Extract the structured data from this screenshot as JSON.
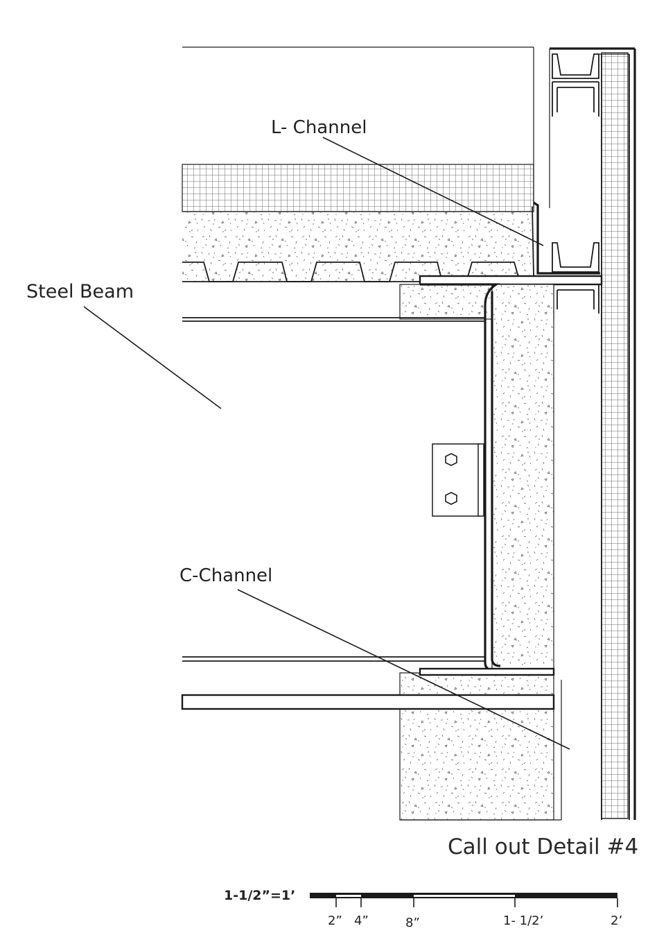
{
  "callouts": {
    "l_channel": "L- Channel",
    "steel_beam": "Steel Beam",
    "c_channel": "C-Channel"
  },
  "detail_title": "Call out Detail #4",
  "scale": {
    "label": "1-1/2”=1’",
    "ticks": [
      "2”",
      "4”",
      "8”",
      "1- 1/2’",
      "2’"
    ]
  }
}
